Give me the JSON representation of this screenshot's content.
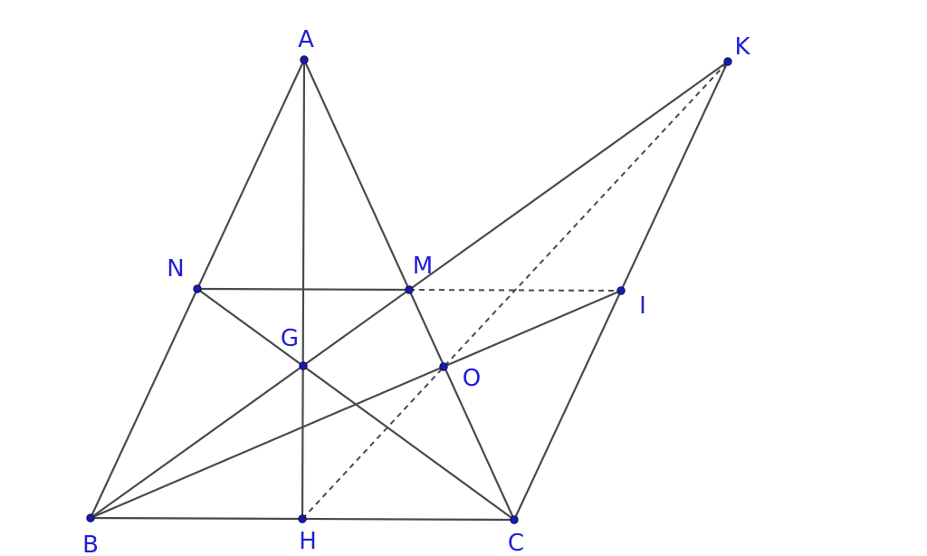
{
  "points": [
    {
      "id": "A",
      "label": "A"
    },
    {
      "id": "B",
      "label": "B"
    },
    {
      "id": "C",
      "label": "C"
    },
    {
      "id": "H",
      "label": "H"
    },
    {
      "id": "N",
      "label": "N"
    },
    {
      "id": "M",
      "label": "M"
    },
    {
      "id": "G",
      "label": "G"
    },
    {
      "id": "O",
      "label": "O"
    },
    {
      "id": "I",
      "label": "I"
    },
    {
      "id": "K",
      "label": "K"
    }
  ],
  "segments": [
    {
      "from": "A",
      "to": "B",
      "style": "solid"
    },
    {
      "from": "A",
      "to": "C",
      "style": "solid"
    },
    {
      "from": "B",
      "to": "C",
      "style": "solid"
    },
    {
      "from": "A",
      "to": "H",
      "style": "solid"
    },
    {
      "from": "N",
      "to": "M",
      "style": "solid"
    },
    {
      "from": "N",
      "to": "C",
      "style": "solid"
    },
    {
      "from": "B",
      "to": "K",
      "style": "solid"
    },
    {
      "from": "B",
      "to": "I",
      "style": "solid"
    },
    {
      "from": "K",
      "to": "C",
      "style": "solid"
    },
    {
      "from": "M",
      "to": "I",
      "style": "dashed"
    },
    {
      "from": "H",
      "to": "K",
      "style": "dashed"
    }
  ]
}
